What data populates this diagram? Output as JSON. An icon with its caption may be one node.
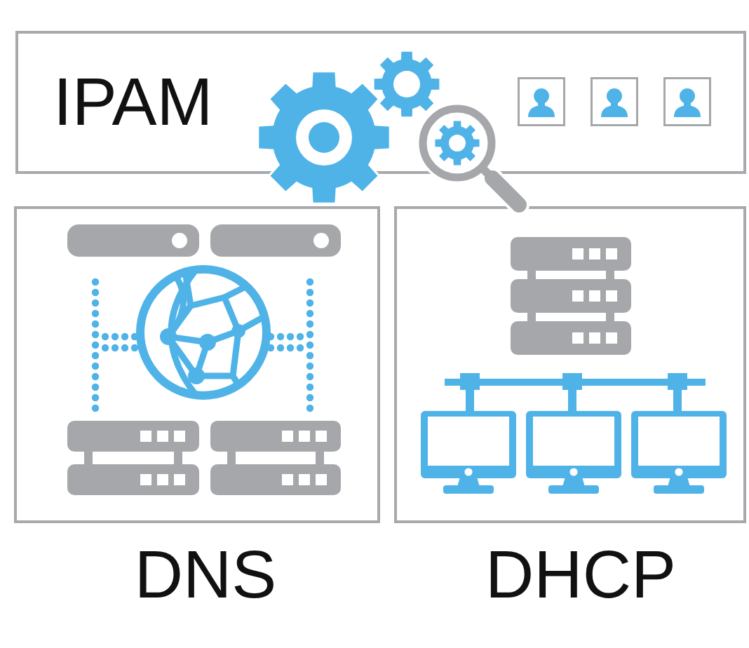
{
  "diagram": {
    "nodes": [
      {
        "text": [
          "IPAM"
        ]
      },
      {
        "text": [
          "DNS"
        ]
      },
      {
        "text": [
          "DHCP"
        ]
      }
    ]
  }
}
